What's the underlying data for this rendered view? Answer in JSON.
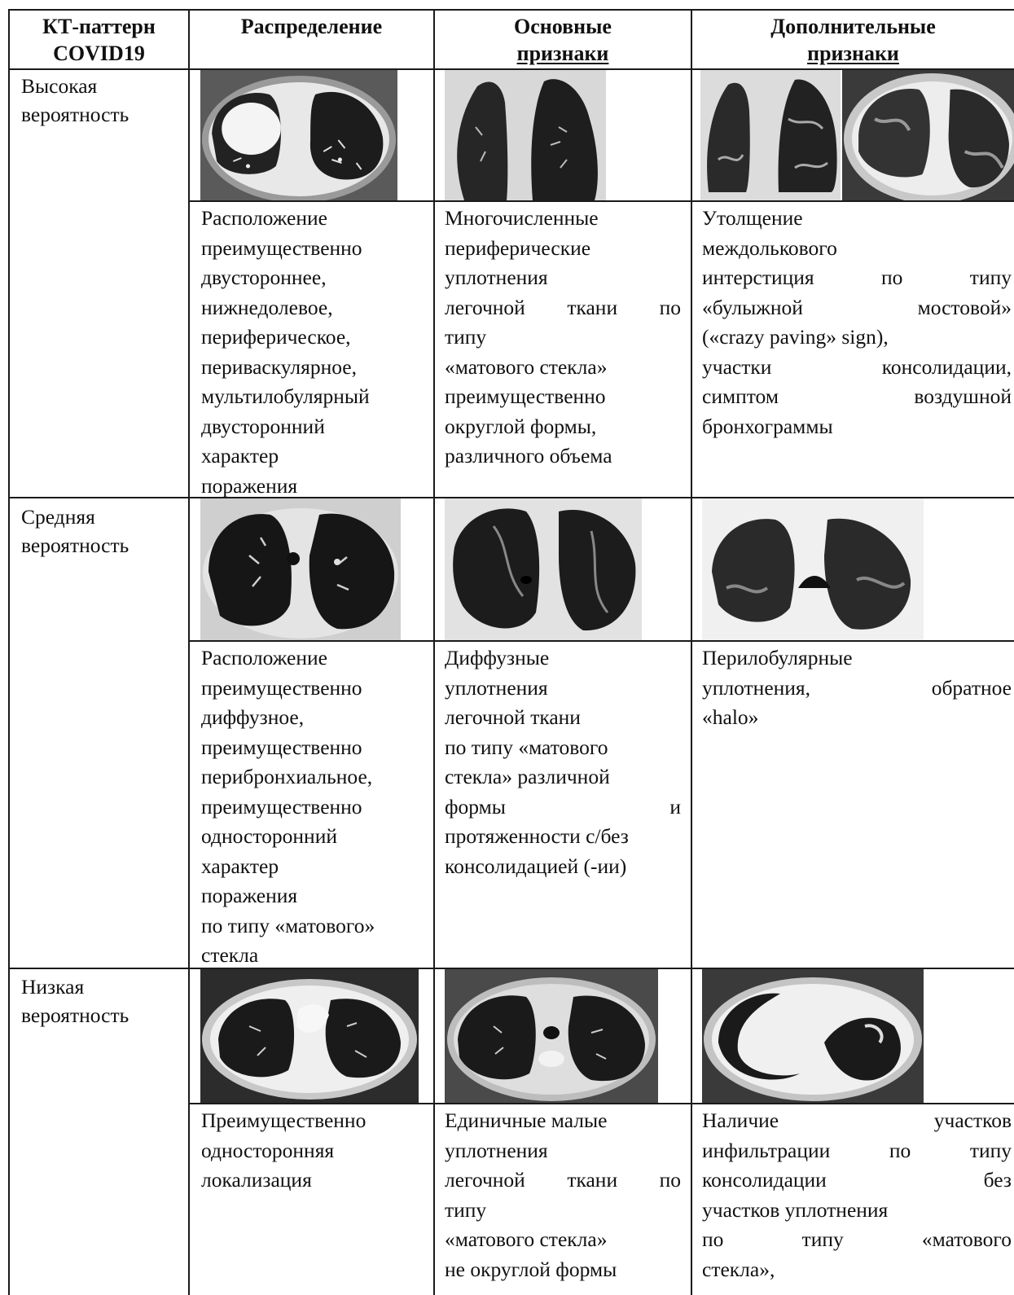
{
  "headers": {
    "pattern": [
      "КТ-паттерн",
      "COVID19"
    ],
    "distribution": [
      "Распределение"
    ],
    "main_signs": [
      "Основные",
      "признаки"
    ],
    "extra_signs": [
      "Дополнительные",
      "признаки"
    ]
  },
  "rows": [
    {
      "label": [
        "Высокая",
        "вероятность"
      ],
      "distribution": [
        "Расположение",
        "преимущественно",
        "двустороннее,",
        "нижнедолевое,",
        "периферическое,",
        "периваскулярное,",
        "мультилобулярный",
        "двусторонний",
        "характер",
        "поражения"
      ],
      "main_signs": [
        "Многочисленные",
        "периферические",
        "уплотнения",
        "легочной ткани по",
        "типу",
        "«матового стекла»",
        "преимущественно",
        "округлой формы,",
        "различного объема"
      ],
      "extra_signs": [
        "Утолщение",
        "междолькового",
        "интерстиция по типу",
        "«булыжной мостовой»",
        "(«crazy paving» sign),",
        "участки консолидации,",
        "симптом воздушной",
        "бронхограммы"
      ]
    },
    {
      "label": [
        "Средняя",
        "вероятность"
      ],
      "distribution": [
        "Расположение",
        "преимущественно",
        "диффузное,",
        "преимущественно",
        "перибронхиальное,",
        "преимущественно",
        "односторонний",
        "характер",
        "поражения",
        "по типу «матового»",
        "стекла"
      ],
      "main_signs": [
        "Диффузные",
        "уплотнения",
        "легочной ткани",
        "по типу «матового",
        "стекла» различной",
        "формы и",
        "протяженности с/без",
        "консолидацией (-ии)"
      ],
      "extra_signs": [
        "Перилобулярные",
        "уплотнения, обратное",
        "«halo»"
      ]
    },
    {
      "label": [
        "Низкая",
        "вероятность"
      ],
      "distribution": [
        "Преимущественно",
        "односторонняя",
        "локализация"
      ],
      "main_signs": [
        "Единичные малые",
        "уплотнения",
        "легочной ткани по",
        "типу",
        "«матового стекла»",
        "не округлой формы"
      ],
      "extra_signs": [
        "Наличие участков",
        "инфильтрации по типу",
        "консолидации без",
        "участков уплотнения",
        "по типу «матового",
        "стекла»,"
      ]
    }
  ]
}
